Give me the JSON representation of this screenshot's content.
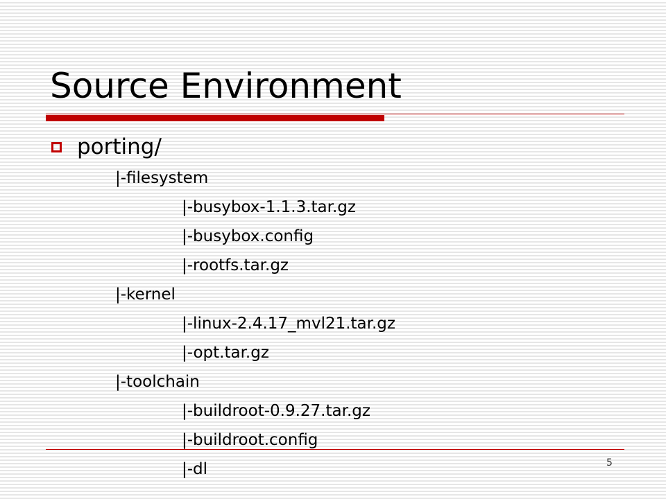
{
  "slide": {
    "title": "Source Environment",
    "bullet": "porting/",
    "tree": [
      {
        "text": "|-filesystem",
        "level": 1
      },
      {
        "text": "|-busybox-1.1.3.tar.gz",
        "level": 2
      },
      {
        "text": "|-busybox.config",
        "level": 2
      },
      {
        "text": "|-rootfs.tar.gz",
        "level": 2
      },
      {
        "text": "|-kernel",
        "level": 1
      },
      {
        "text": "|-linux-2.4.17_mvl21.tar.gz",
        "level": 2
      },
      {
        "text": "|-opt.tar.gz",
        "level": 2
      },
      {
        "text": "|-toolchain",
        "level": 1
      },
      {
        "text": "|-buildroot-0.9.27.tar.gz",
        "level": 2
      },
      {
        "text": "|-buildroot.config",
        "level": 2
      },
      {
        "text": "|-dl",
        "level": 2
      }
    ],
    "page_number": "5",
    "colors": {
      "accent": "#c00000",
      "background_stripe": "#e6e6e6"
    }
  }
}
